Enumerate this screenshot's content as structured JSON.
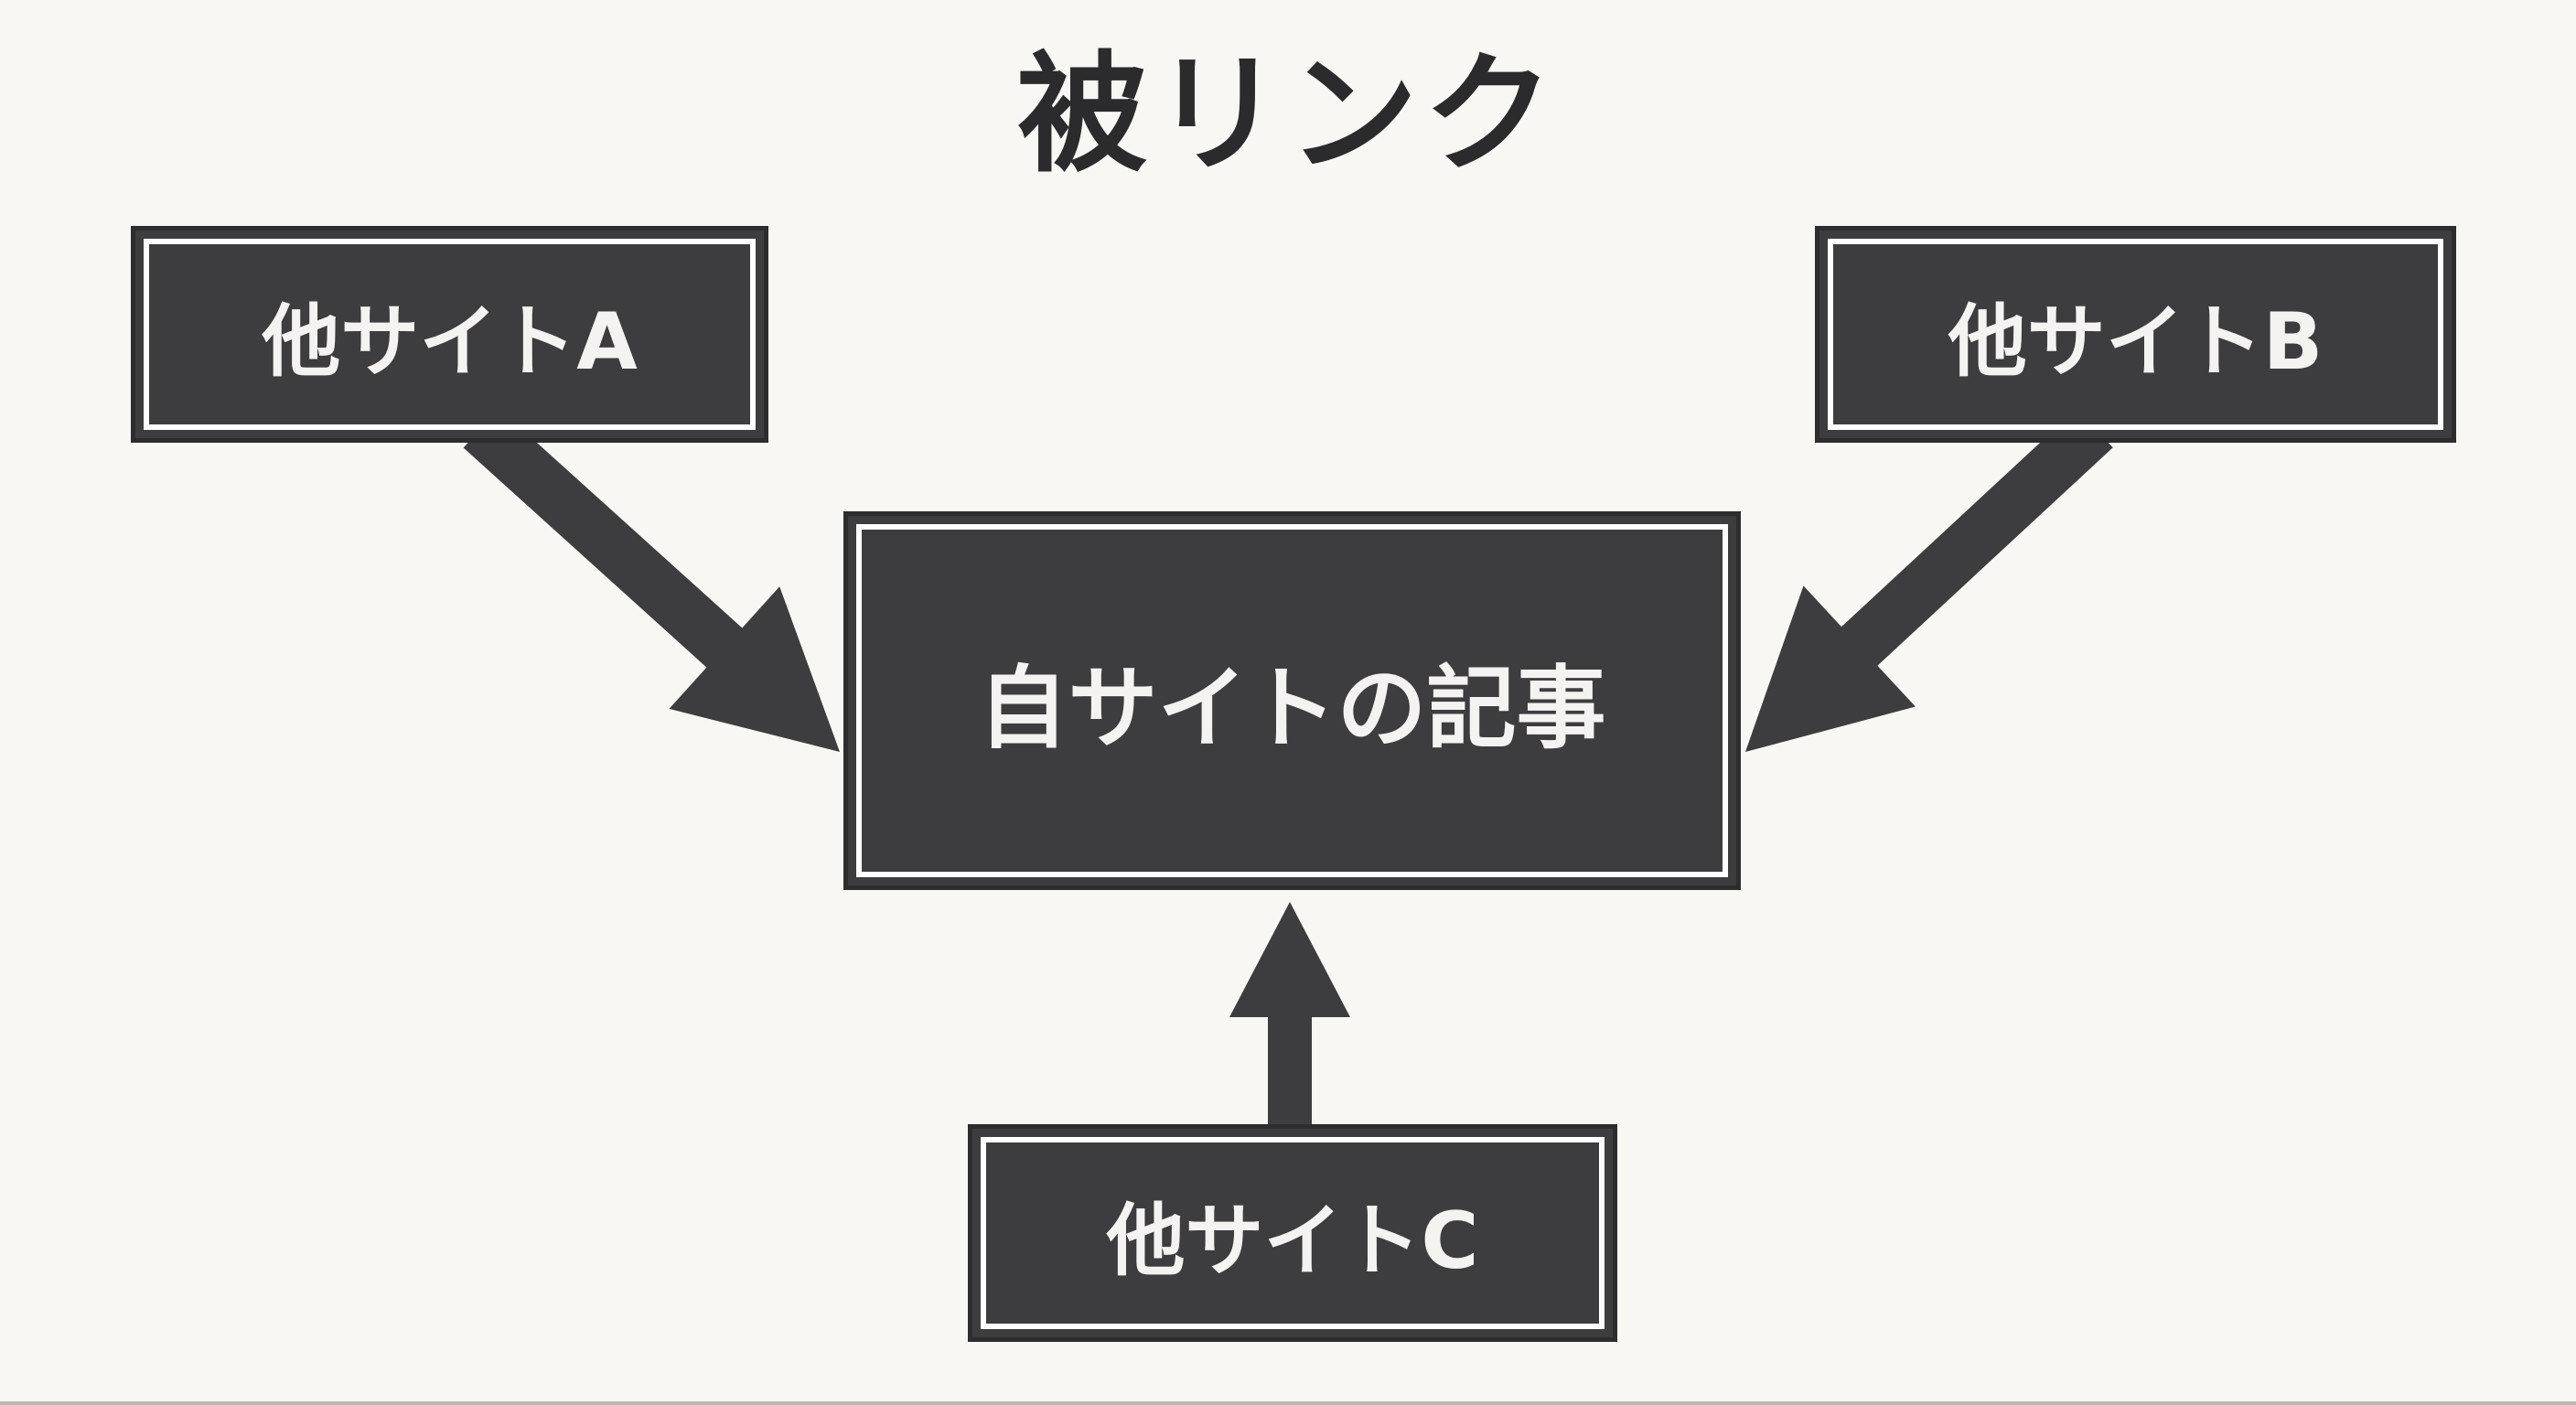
{
  "diagram": {
    "title": "被リンク",
    "nodes": [
      {
        "id": "site-a",
        "label": "他サイトA"
      },
      {
        "id": "site-b",
        "label": "他サイトB"
      },
      {
        "id": "own-article",
        "label": "自サイトの記事"
      },
      {
        "id": "site-c",
        "label": "他サイトC"
      }
    ],
    "edges": [
      {
        "from": "site-a",
        "to": "own-article",
        "direction": "down-right"
      },
      {
        "from": "site-b",
        "to": "own-article",
        "direction": "down-left"
      },
      {
        "from": "site-c",
        "to": "own-article",
        "direction": "up"
      }
    ],
    "colors": {
      "background": "#f8f7f4",
      "node_fill": "#3d3c3e",
      "node_border": "#2d2c2e",
      "node_inner_border": "#ffffff",
      "node_text": "#f4f3f1",
      "arrow": "#3d3c3e",
      "title_text": "#2b2a2c"
    }
  }
}
